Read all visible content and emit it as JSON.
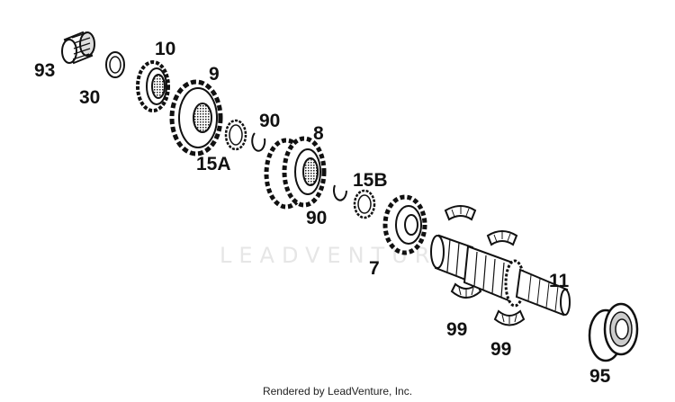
{
  "watermark": "LEADVENTURE",
  "footer": "Rendered by LeadVenture, Inc.",
  "ink_color": "#111111",
  "callouts": {
    "p93": "93",
    "p30": "30",
    "p10": "10",
    "p9": "9",
    "p15a": "15A",
    "p90a": "90",
    "p8": "8",
    "p90b": "90",
    "p15b": "15B",
    "p7": "7",
    "p11": "11",
    "p99a": "99",
    "p99b": "99",
    "p95": "95"
  }
}
